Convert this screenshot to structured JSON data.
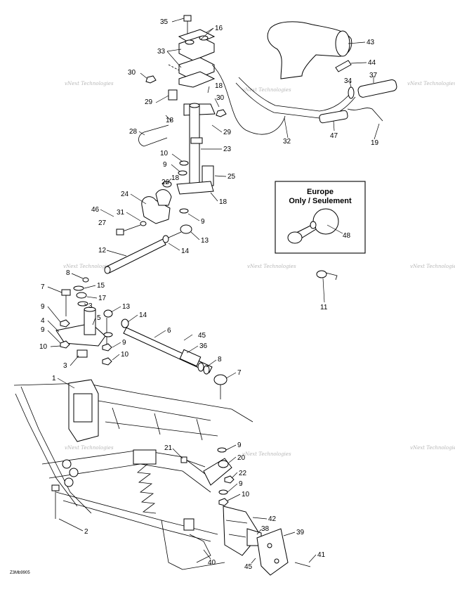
{
  "diagram_code": "Z3Mb9905",
  "watermark": "vNext Technologies",
  "inset": {
    "line1": "Europe",
    "line2": "Only / Seulement"
  },
  "callouts": [
    {
      "id": "c35",
      "text": "35"
    },
    {
      "id": "c16",
      "text": "16"
    },
    {
      "id": "c33",
      "text": "33"
    },
    {
      "id": "c30a",
      "text": "30"
    },
    {
      "id": "c29a",
      "text": "29"
    },
    {
      "id": "c18a",
      "text": "18"
    },
    {
      "id": "c18b",
      "text": "18"
    },
    {
      "id": "c30b",
      "text": "30"
    },
    {
      "id": "c29b",
      "text": "29"
    },
    {
      "id": "c28",
      "text": "28"
    },
    {
      "id": "c23",
      "text": "23"
    },
    {
      "id": "c10a",
      "text": "10"
    },
    {
      "id": "c9a",
      "text": "9"
    },
    {
      "id": "c26",
      "text": "26"
    },
    {
      "id": "c18c",
      "text": "18"
    },
    {
      "id": "c25",
      "text": "25"
    },
    {
      "id": "c24",
      "text": "24"
    },
    {
      "id": "c18d",
      "text": "18"
    },
    {
      "id": "c46",
      "text": "46"
    },
    {
      "id": "c31",
      "text": "31"
    },
    {
      "id": "c27",
      "text": "27"
    },
    {
      "id": "c9b",
      "text": "9"
    },
    {
      "id": "c13a",
      "text": "13"
    },
    {
      "id": "c14a",
      "text": "14"
    },
    {
      "id": "c12",
      "text": "12"
    },
    {
      "id": "c8a",
      "text": "8"
    },
    {
      "id": "c7a",
      "text": "7"
    },
    {
      "id": "c15",
      "text": "15"
    },
    {
      "id": "c17",
      "text": "17"
    },
    {
      "id": "c9c",
      "text": "9"
    },
    {
      "id": "c3a",
      "text": "3"
    },
    {
      "id": "c5",
      "text": "5"
    },
    {
      "id": "c13b",
      "text": "13"
    },
    {
      "id": "c14b",
      "text": "14"
    },
    {
      "id": "c4",
      "text": "4"
    },
    {
      "id": "c9d",
      "text": "9"
    },
    {
      "id": "c9e",
      "text": "9"
    },
    {
      "id": "c10b",
      "text": "10"
    },
    {
      "id": "c3b",
      "text": "3"
    },
    {
      "id": "c10c",
      "text": "10"
    },
    {
      "id": "c6",
      "text": "6"
    },
    {
      "id": "c45a",
      "text": "45"
    },
    {
      "id": "c36",
      "text": "36"
    },
    {
      "id": "c8b",
      "text": "8"
    },
    {
      "id": "c7b",
      "text": "7"
    },
    {
      "id": "c1",
      "text": "1"
    },
    {
      "id": "c43",
      "text": "43"
    },
    {
      "id": "c44",
      "text": "44"
    },
    {
      "id": "c37",
      "text": "37"
    },
    {
      "id": "c34",
      "text": "34"
    },
    {
      "id": "c32",
      "text": "32"
    },
    {
      "id": "c47",
      "text": "47"
    },
    {
      "id": "c19",
      "text": "19"
    },
    {
      "id": "c48",
      "text": "48"
    },
    {
      "id": "c11",
      "text": "11"
    },
    {
      "id": "c21",
      "text": "21"
    },
    {
      "id": "c9f",
      "text": "9"
    },
    {
      "id": "c20",
      "text": "20"
    },
    {
      "id": "c22",
      "text": "22"
    },
    {
      "id": "c9g",
      "text": "9"
    },
    {
      "id": "c10d",
      "text": "10"
    },
    {
      "id": "c42",
      "text": "42"
    },
    {
      "id": "c2",
      "text": "2"
    },
    {
      "id": "c38",
      "text": "38"
    },
    {
      "id": "c39",
      "text": "39"
    },
    {
      "id": "c41",
      "text": "41"
    },
    {
      "id": "c40",
      "text": "40"
    },
    {
      "id": "c45b",
      "text": "45"
    }
  ]
}
